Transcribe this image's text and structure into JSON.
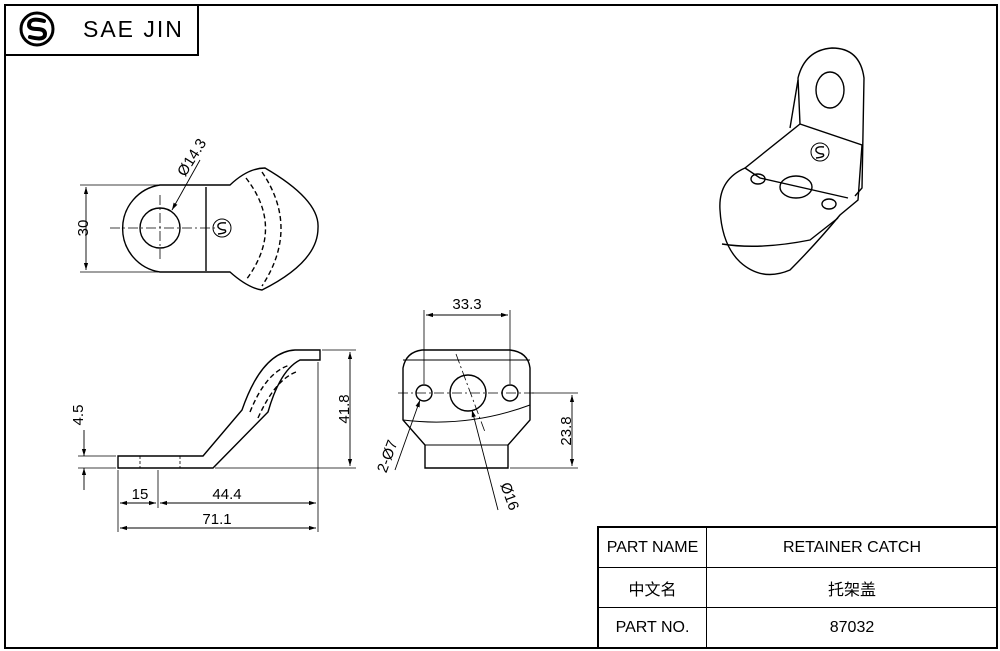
{
  "brand": {
    "name": "SAE JIN",
    "logo_icon": "sae-jin-logo-icon"
  },
  "title_block": {
    "rows": [
      {
        "label": "PART NAME",
        "value": "RETAINER CATCH"
      },
      {
        "label": "中文名",
        "value": "托架盖"
      },
      {
        "label": "PART NO.",
        "value": "87032"
      }
    ]
  },
  "dimensions": {
    "top_view_hole": "Ø14.3",
    "top_view_width": "30",
    "side_view_thickness": "4.5",
    "side_view_height": "41.8",
    "side_view_foot": "15",
    "side_view_incline": "44.4",
    "side_view_overall": "71.1",
    "front_view_span": "33.3",
    "front_view_small_holes": "2-Ø7",
    "front_view_height": "23.8",
    "front_view_center_hole": "Ø16"
  }
}
